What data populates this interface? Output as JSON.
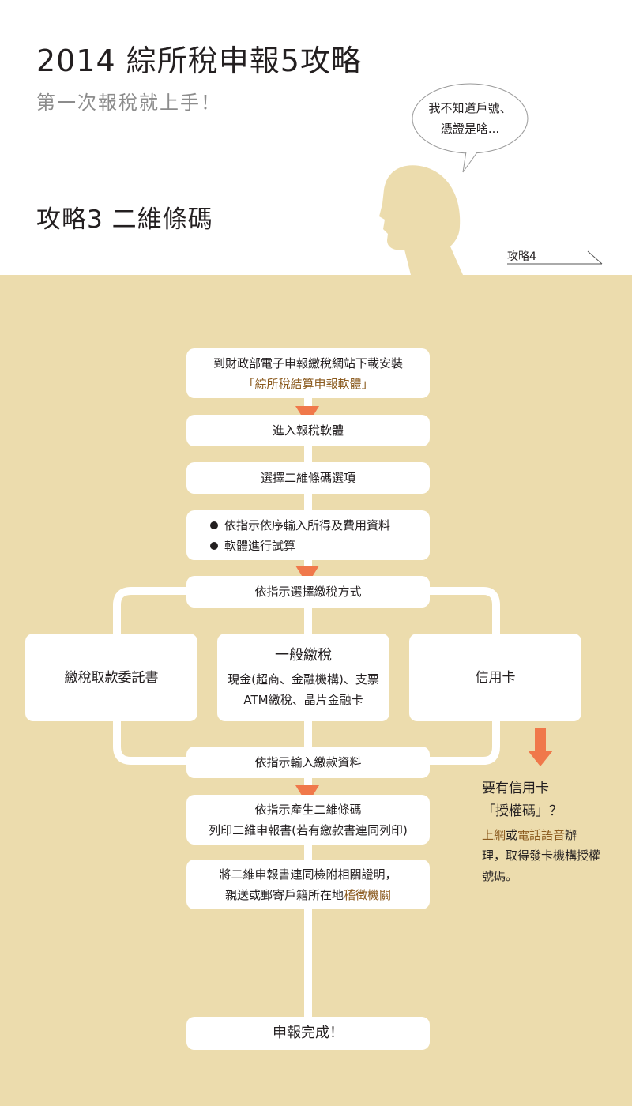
{
  "header": {
    "title": "2014 綜所稅申報5攻略",
    "subtitle": "第一次報稅就上手！",
    "section_title": "攻略3 二維條碼",
    "speech_line1": "我不知道戶號、",
    "speech_line2": "憑證是啥...",
    "next_link": "攻略4"
  },
  "flow": {
    "step1_line1": "到財政部電子申報繳稅網站下載安裝",
    "step1_line2": "「綜所稅結算申報軟體」",
    "step2": "進入報稅軟體",
    "step3": "選擇二維條碼選項",
    "step4_bullet1": "依指示依序輸入所得及費用資料",
    "step4_bullet2": "軟體進行試算",
    "step5": "依指示選擇繳稅方式",
    "option_left": "繳稅取款委託書",
    "option_mid_title": "一般繳稅",
    "option_mid_line1": "現金(超商、金融機構)、支票",
    "option_mid_line2": "ATM繳稅、晶片金融卡",
    "option_right": "信用卡",
    "step6": "依指示輸入繳款資料",
    "step7_line1": "依指示產生二維條碼",
    "step7_line2": "列印二維申報書(若有繳款書連同列印)",
    "step8_line1": "將二維申報書連同檢附相關證明，",
    "step8_line2_prefix": "親送或郵寄戶籍所在地",
    "step8_line2_accent": "稽徵機關",
    "final": "申報完成！"
  },
  "credit_note": {
    "heading_line1": "要有信用卡",
    "heading_line2": "「授權碼」？",
    "accent1": "上網",
    "text1": "或",
    "accent2": "電話語音",
    "text2": "辦理，取得發卡機構授權號碼。"
  },
  "colors": {
    "background_bottom": "#ecdcad",
    "silhouette": "#ecdcad",
    "arrow": "#f0784a",
    "accent_text": "#8b5a1e",
    "box": "#ffffff"
  },
  "icons": {
    "speech": "speech-bubble-icon",
    "person": "person-silhouette-icon",
    "arrow": "down-arrow-icon"
  }
}
